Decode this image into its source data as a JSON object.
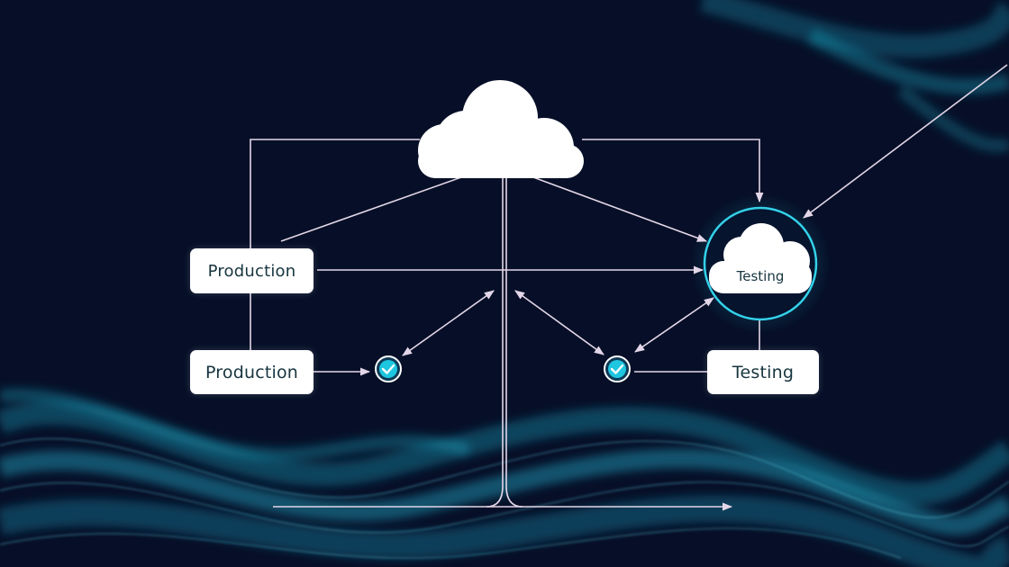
{
  "nodes": {
    "production_top": "Production",
    "production_bottom": "Production",
    "testing_cloud": "Testing",
    "testing_box": "Testing"
  },
  "icons": {
    "main": "cloud-icon",
    "testing": "cloud-icon",
    "status": "check-circle-icon"
  },
  "colors": {
    "background": "#060f27",
    "line": "#e3d6e8",
    "accent": "#1ec6e0",
    "node_fill": "#ffffff",
    "node_text": "#17353f"
  }
}
